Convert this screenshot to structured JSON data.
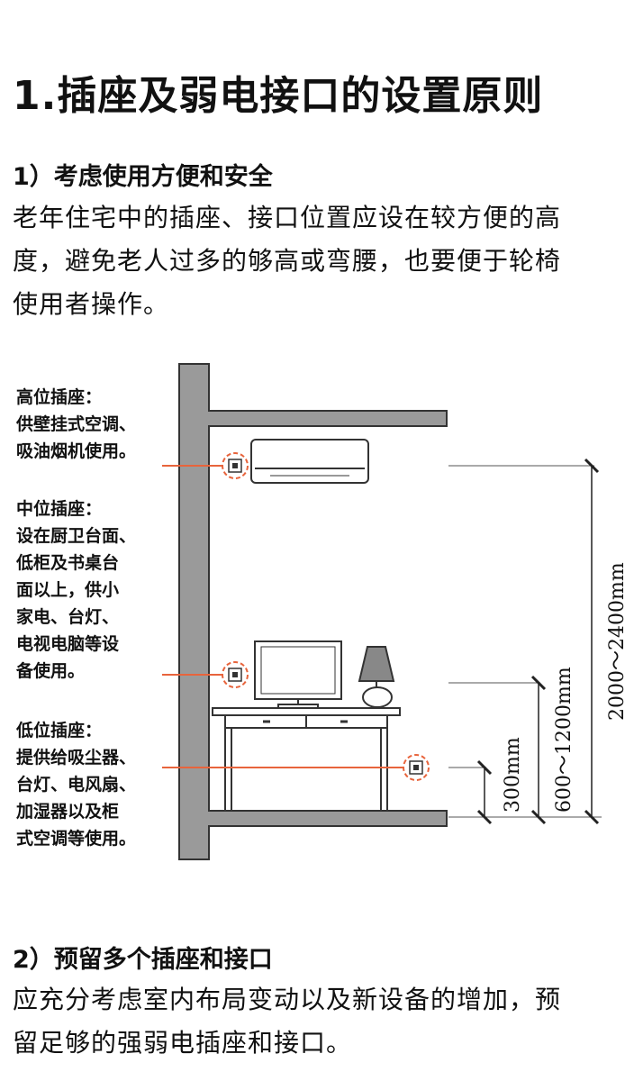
{
  "title": "1.插座及弱电接口的设置原则",
  "section1": {
    "heading": "1）考虑使用方便和安全",
    "lines": [
      "老年住宅中的插座、接口位置应设在较方便的高",
      "度，避免老人过多的够高或弯腰，也要便于轮椅",
      "使用者操作。"
    ]
  },
  "diagram": {
    "high": {
      "lines": [
        "高位插座：",
        "供壁挂式空调、",
        "吸油烟机使用。"
      ]
    },
    "mid": {
      "lines": [
        "中位插座：",
        "设在厨卫台面、",
        "低柜及书桌台",
        "面以上，供小",
        "家电、台灯、",
        "电视电脑等设",
        "备使用。"
      ]
    },
    "low": {
      "lines": [
        "低位插座：",
        "提供给吸尘器、",
        "台灯、电风扇、",
        "加湿器以及柜",
        "式空调等使用。"
      ]
    },
    "dims": {
      "low": "300mm",
      "mid": "600～1200mm",
      "high": "2000～2400mm"
    },
    "accent_color": "#e8643c"
  },
  "section2": {
    "heading": "2）预留多个插座和接口",
    "lines": [
      "应充分考虑室内布局变动以及新设备的增加，预",
      "留足够的强弱电插座和接口。"
    ]
  }
}
